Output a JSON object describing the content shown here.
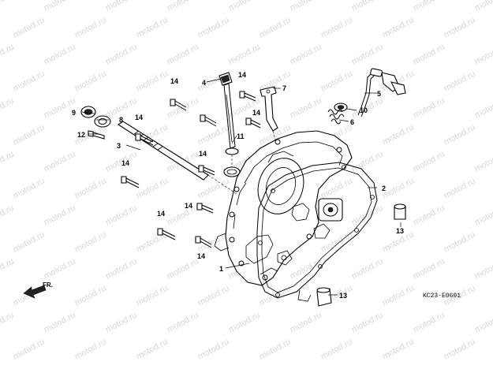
{
  "watermark": {
    "text": "motod.ru",
    "color": "#d7d7d7"
  },
  "diagram_code": "KC23-E0601",
  "direction_label": "FR.",
  "callouts": [
    {
      "id": "c1",
      "text": "1"
    },
    {
      "id": "c2",
      "text": "2"
    },
    {
      "id": "c3",
      "text": "3"
    },
    {
      "id": "c4",
      "text": "4"
    },
    {
      "id": "c5",
      "text": "5"
    },
    {
      "id": "c6",
      "text": "6"
    },
    {
      "id": "c7",
      "text": "7"
    },
    {
      "id": "c8",
      "text": "8"
    },
    {
      "id": "c9",
      "text": "9"
    },
    {
      "id": "c10",
      "text": "10"
    },
    {
      "id": "c11",
      "text": "11"
    },
    {
      "id": "c12",
      "text": "12"
    },
    {
      "id": "c13a",
      "text": "13"
    },
    {
      "id": "c13b",
      "text": "13"
    },
    {
      "id": "c14a",
      "text": "14"
    },
    {
      "id": "c14b",
      "text": "14"
    },
    {
      "id": "c14c",
      "text": "14"
    },
    {
      "id": "c14d",
      "text": "14"
    },
    {
      "id": "c14e",
      "text": "14"
    },
    {
      "id": "c14f",
      "text": "14"
    },
    {
      "id": "c14g",
      "text": "14"
    },
    {
      "id": "c14h",
      "text": "14"
    }
  ]
}
